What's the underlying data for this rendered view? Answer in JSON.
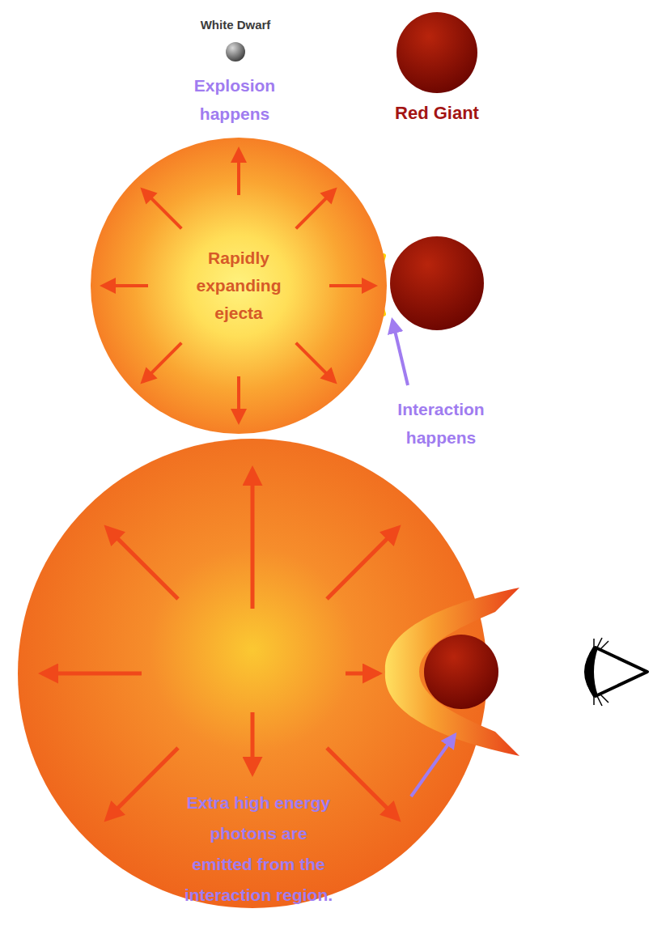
{
  "diagram": {
    "nodes": [
      {
        "text": [
          "White Dwarf"
        ]
      },
      {
        "text": [
          "Red Giant"
        ]
      },
      {
        "text": [
          "Rapidly expanding ejecta"
        ]
      }
    ],
    "labels": [
      "Explosion happens",
      "Interaction happens",
      "Extra high energy photons are emitted from the interaction region."
    ]
  }
}
